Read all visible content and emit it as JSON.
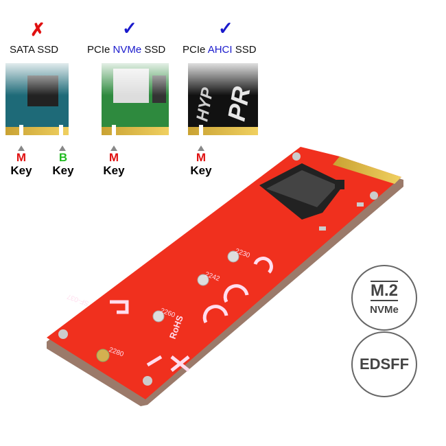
{
  "compat": [
    {
      "mark": "✗",
      "mark_icon": "cross-icon",
      "pre": "SATA SSD",
      "hl": "",
      "post": "",
      "supported": false
    },
    {
      "mark": "✓",
      "mark_icon": "check-icon",
      "pre": "PCIe ",
      "hl": "NVMe",
      "post": " SSD",
      "supported": true
    },
    {
      "mark": "✓",
      "mark_icon": "check-icon",
      "pre": "PCIe ",
      "hl": "AHCI",
      "post": " SSD",
      "supported": true
    }
  ],
  "keys": [
    {
      "letter": "M",
      "word": "Key",
      "color": "#e01010"
    },
    {
      "letter": "B",
      "word": "Key",
      "color": "#22bb22"
    },
    {
      "letter": "M",
      "word": "Key",
      "color": "#e01010"
    },
    {
      "letter": "M",
      "word": "Key",
      "color": "#e01010"
    }
  ],
  "ssd_labels": {
    "hyperx": "HYP",
    "predator": "PR"
  },
  "board": {
    "sizes": [
      "2230",
      "2242",
      "2260",
      "2280"
    ],
    "rohs": "RoHS",
    "model": "SF-037",
    "color": "#f0301e"
  },
  "badges": {
    "m2_title": "M.2",
    "m2_sub": "NVMe",
    "edsff": "EDSFF"
  },
  "colors": {
    "red_mark": "#e01010",
    "blue_mark": "#1a1acc",
    "green_key": "#22bb22"
  }
}
